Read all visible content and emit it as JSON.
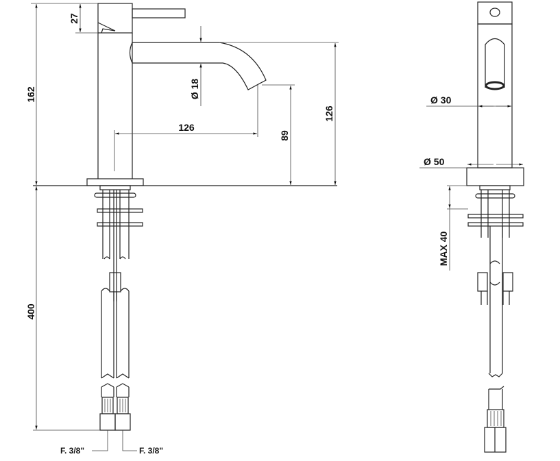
{
  "title": "Basin mixer technical drawing",
  "side_view": {
    "dims": {
      "total_height": "162",
      "handle_height": "27",
      "spout_diameter": "Ø 18",
      "spout_reach": "126",
      "outlet_height": "89",
      "spout_height": "126",
      "hose_length": "400"
    },
    "connections": [
      "F. 3/8\"",
      "F. 3/8\""
    ]
  },
  "front_view": {
    "dims": {
      "body_diameter": "Ø  30",
      "base_diameter": "Ø  50",
      "max_thickness": "MAX 40"
    }
  }
}
